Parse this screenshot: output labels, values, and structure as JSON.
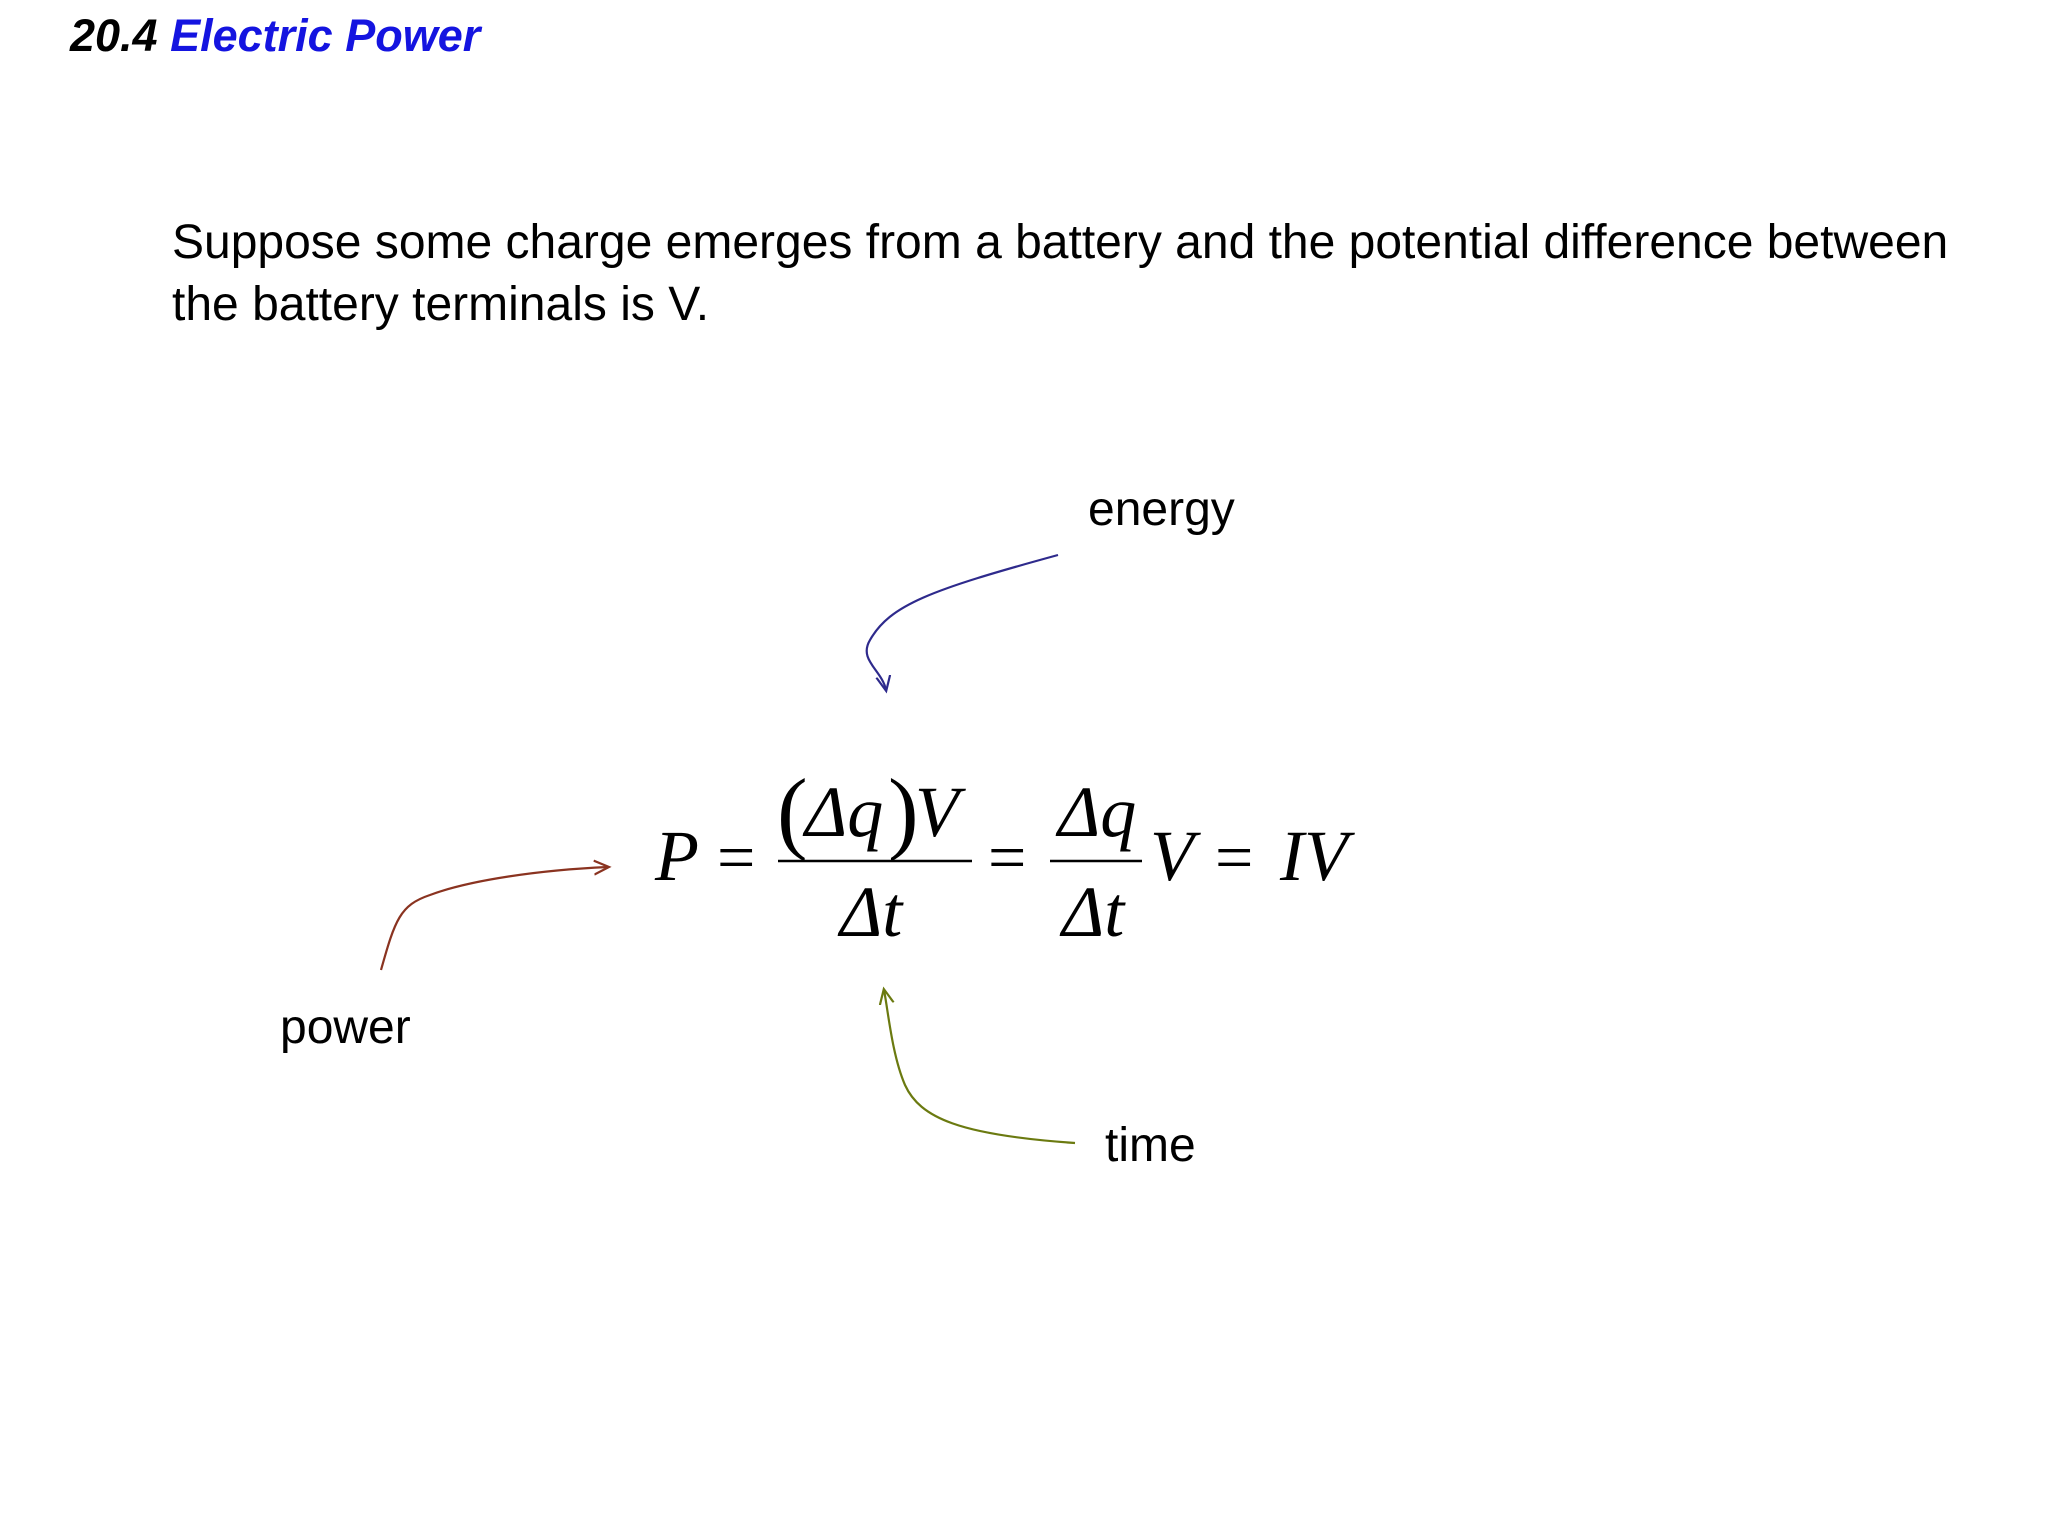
{
  "slide": {
    "section_number": "20.4",
    "section_title": "Electric Power"
  },
  "intro": {
    "text": "Suppose some charge emerges from a battery and the potential difference between the battery terminals is V."
  },
  "equation": {
    "lhs": "P",
    "equals": "=",
    "open_paren": "(",
    "close_paren": ")",
    "frac1_num_delta_q": "Δq",
    "frac1_num_v": "V",
    "frac1_den": "Δt",
    "frac2_num": "Δq",
    "frac2_den": "Δt",
    "after_frac2": "V",
    "rhs": "IV"
  },
  "annotations": {
    "energy": "energy",
    "power": "power",
    "time": "time"
  },
  "colors": {
    "title_accent": "#1414e0",
    "energy_arrow": "#2e2a8c",
    "power_arrow": "#8a3320",
    "time_arrow": "#6b7a10"
  }
}
